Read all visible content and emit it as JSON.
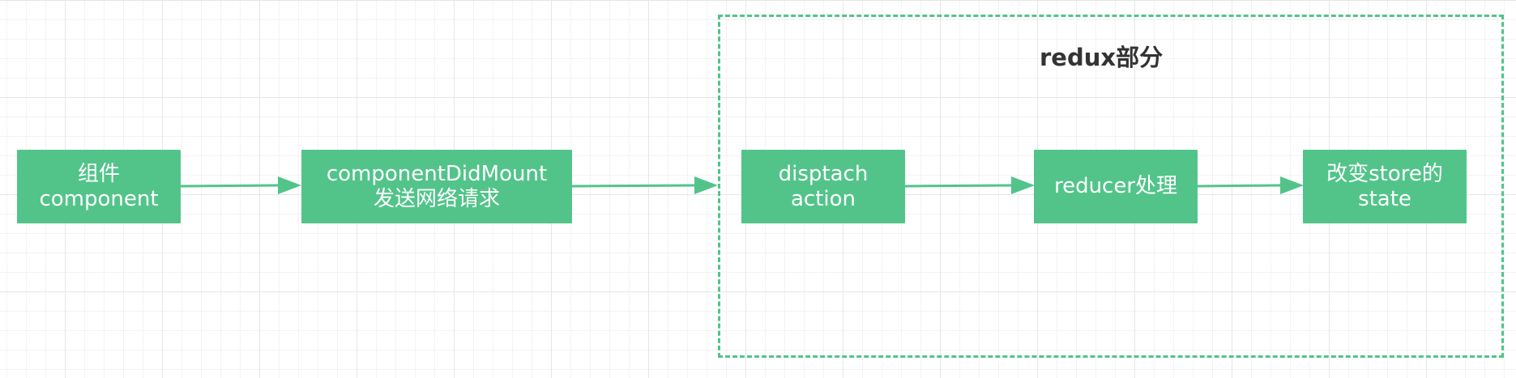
{
  "colors": {
    "node_fill": "#52c48a",
    "node_text": "#ffffff",
    "edge": "#52c48a",
    "group_border": "#52c48a",
    "title_text": "#333333"
  },
  "group": {
    "title": "redux部分"
  },
  "nodes": {
    "component": {
      "line1": "组件",
      "line2": "component"
    },
    "did_mount": {
      "line1": "componentDidMount",
      "line2": "发送网络请求"
    },
    "dispatch": {
      "line1": "disptach",
      "line2": "action"
    },
    "reducer": {
      "line1": "reducer处理"
    },
    "state": {
      "line1": "改变store的",
      "line2": "state"
    }
  },
  "edges": [
    {
      "from": "component",
      "to": "did_mount"
    },
    {
      "from": "did_mount",
      "to": "redux-group"
    },
    {
      "from": "dispatch",
      "to": "reducer"
    },
    {
      "from": "reducer",
      "to": "state"
    }
  ]
}
